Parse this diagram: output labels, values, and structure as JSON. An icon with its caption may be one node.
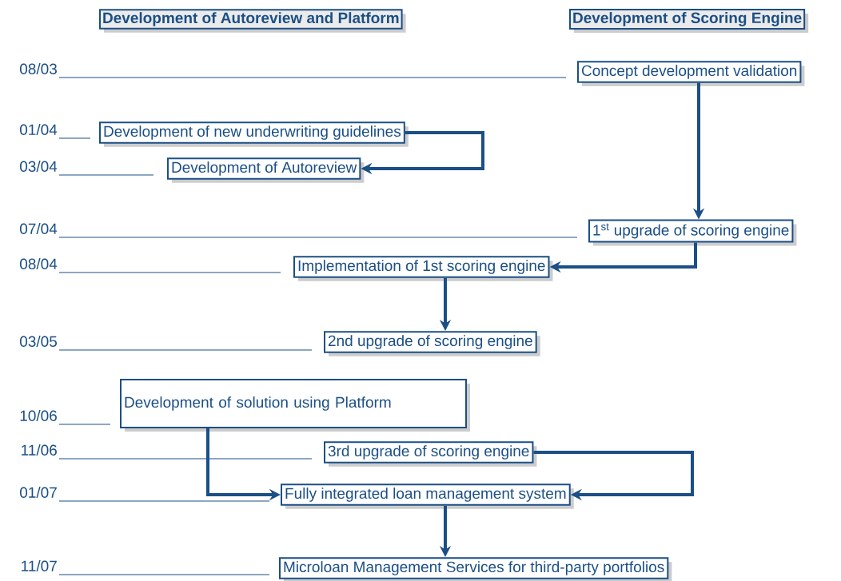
{
  "diagram": {
    "nodes": [
      {
        "text": [
          "Development of Autoreview and Platform"
        ]
      },
      {
        "text": [
          "Development of Scoring Engine"
        ]
      },
      {
        "text": [
          "Concept development validation"
        ]
      },
      {
        "text": [
          "Development of new underwriting guidelines"
        ]
      },
      {
        "text": [
          "Development of Autoreview"
        ]
      },
      {
        "text": [
          "1$^{st}$ upgrade of scoring engine"
        ]
      },
      {
        "text": [
          "Implementation of 1st scoring engine"
        ]
      },
      {
        "text": [
          "2nd upgrade of scoring engine"
        ]
      },
      {
        "text": [
          "Development of solution using Platform"
        ]
      },
      {
        "text": [
          "3rd upgrade of scoring engine"
        ]
      },
      {
        "text": [
          "Fully integrated loan management system"
        ]
      },
      {
        "text": [
          "Microloan Management Services for third-party portfolios"
        ]
      }
    ],
    "edges": [
      {
        "from": 3,
        "to": 4,
        "arrow": "to"
      },
      {
        "from": 2,
        "to": 5,
        "arrow": "to"
      },
      {
        "from": 5,
        "to": 6,
        "arrow": "to"
      },
      {
        "from": 6,
        "to": 7,
        "arrow": "to"
      },
      {
        "from": 8,
        "to": 10,
        "arrow": "to"
      },
      {
        "from": 9,
        "to": 10,
        "arrow": "to"
      },
      {
        "from": 10,
        "to": 11,
        "arrow": "to"
      }
    ],
    "labels": [
      "08/03",
      "01/04",
      "03/04",
      "07/04",
      "08/04",
      "03/05",
      "10/06",
      "11/06",
      "01/07",
      "11/07"
    ]
  }
}
